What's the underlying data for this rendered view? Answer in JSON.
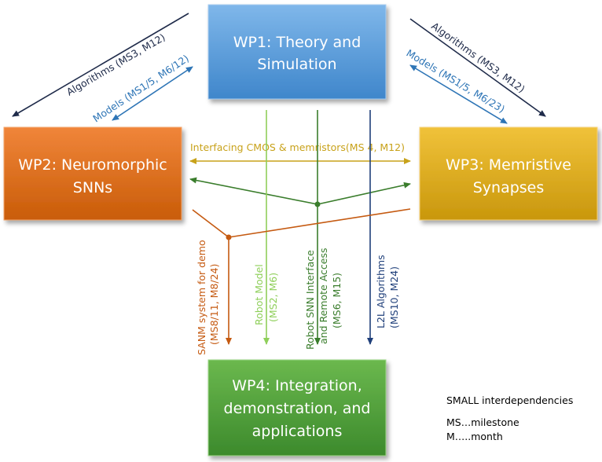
{
  "boxes": {
    "wp1": {
      "line1": "WP1: Theory and",
      "line2": "Simulation",
      "color": "#5b9bd5"
    },
    "wp2": {
      "line1": "WP2: Neuromorphic",
      "line2": "SNNs",
      "color": "#e36c0a"
    },
    "wp3": {
      "line1": "WP3: Memristive",
      "line2": "Synapses",
      "color": "#d4a514"
    },
    "wp4": {
      "line1": "WP4: Integration,",
      "line2": "demonstration, and",
      "line3": "applications",
      "color": "#4e9a3a"
    }
  },
  "links": {
    "alg_left": "Algorithms (MS3, M12)",
    "models_left": "Models (MS1/5, M6/12)",
    "alg_right": "Algorithms (MS3, M12)",
    "models_right": "Models (MS1/5, M6/23)",
    "interfacing": "Interfacing CMOS & memristors(MS 4, M12)",
    "sanm_1": "SANM system for demo",
    "sanm_2": "(MS8/11, M8/24)",
    "robot_model_1": "Robot Model",
    "robot_model_2": "(MS2, M6)",
    "robot_snn_1": "Robot SNN Interface",
    "robot_snn_2": "and Remote Access",
    "robot_snn_3": "(MS6, M15)",
    "l2l_1": "L2L Algorithms",
    "l2l_2": "(MS10, M24)"
  },
  "legend": {
    "title": "SMALL interdependencies",
    "ms": "MS…milestone",
    "m": "M…..month"
  },
  "colors": {
    "algorithms": "#1f2b4a",
    "models": "#2e75b6",
    "interfacing": "#c8a21a",
    "green_dark": "#3a7d2c",
    "green_light": "#8fcf5a",
    "orange": "#c55a11",
    "navy": "#1f3f7a"
  }
}
